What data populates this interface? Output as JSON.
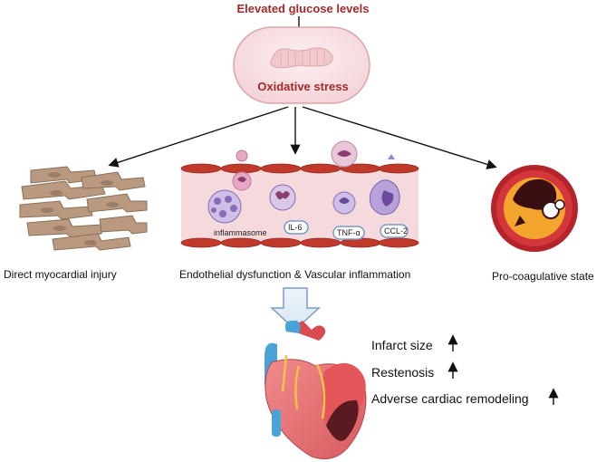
{
  "top_label": "Elevated glucose levels",
  "center_label": "Oxidative stress",
  "branches": {
    "left": "Direct myocardial injury",
    "middle": "Endothelial dysfunction & Vascular inflammation",
    "right": "Pro-coagulative state"
  },
  "vessel_tags": {
    "inflammasome": "inflammasome",
    "il6": "IL-6",
    "tnf": "TNF-α",
    "ccl2": "CCL-2"
  },
  "outcomes": [
    {
      "label": "Infarct size",
      "trend": "increase"
    },
    {
      "label": "Restenosis",
      "trend": "increase"
    },
    {
      "label": "Adverse cardiac remodeling",
      "trend": "increase"
    }
  ],
  "colors": {
    "title_red": "#a32a2a",
    "vessel_red": "#c0392b",
    "vessel_wall": "#b33a3a",
    "vessel_lumen": "#f6d9dc",
    "cell_purple": "#8a6bb8",
    "muscle_tan": "#b99a80",
    "outline_blue": "#7a9cc6"
  }
}
